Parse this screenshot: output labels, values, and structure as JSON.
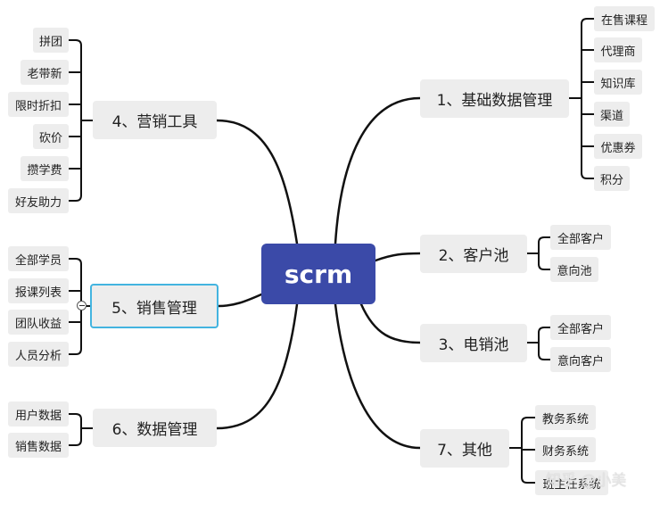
{
  "root": "scrm",
  "branches": [
    {
      "id": "b1",
      "label": "1、基础数据管理",
      "children": [
        "在售课程",
        "代理商",
        "知识库",
        "渠道",
        "优惠券",
        "积分"
      ]
    },
    {
      "id": "b2",
      "label": "2、客户池",
      "children": [
        "全部客户",
        "意向池"
      ]
    },
    {
      "id": "b3",
      "label": "3、电销池",
      "children": [
        "全部客户",
        "意向客户"
      ]
    },
    {
      "id": "b7",
      "label": "7、其他",
      "children": [
        "教务系统",
        "财务系统",
        "班主任系统"
      ]
    },
    {
      "id": "b4",
      "label": "4、营销工具",
      "children": [
        "拼团",
        "老带新",
        "限时折扣",
        "砍价",
        "攒学费",
        "好友助力"
      ]
    },
    {
      "id": "b5",
      "label": "5、销售管理",
      "children": [
        "全部学员",
        "报课列表",
        "团队收益",
        "人员分析"
      ]
    },
    {
      "id": "b6",
      "label": "6、数据管理",
      "children": [
        "用户数据",
        "销售数据"
      ]
    }
  ],
  "watermark": "知乎 @小美",
  "colors": {
    "root_fill": "#3b4aa8",
    "node_fill": "#ededed",
    "selected_border": "#43b4e0",
    "line": "#111111"
  }
}
